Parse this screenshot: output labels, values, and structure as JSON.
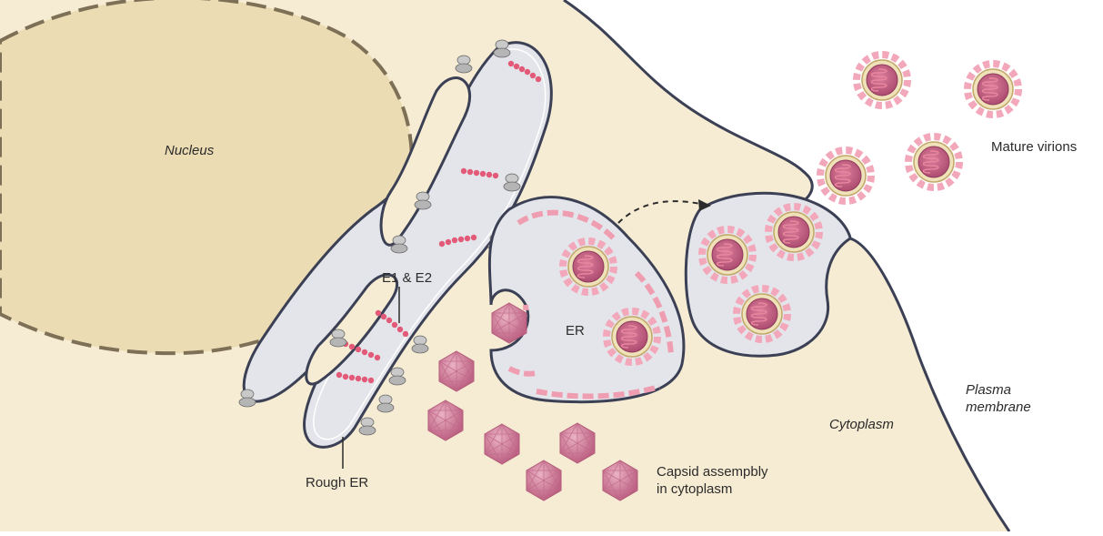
{
  "colors": {
    "cytoplasm": "#f6ecd3",
    "nucleus": "#ecdcb3",
    "nucleus_border": "#7d7056",
    "er_fill": "#e4e5ea",
    "membrane": "#3b4055",
    "glycoprotein": "#e25a78",
    "capsid": "#cf7e98",
    "capsid_dark": "#b35a7a",
    "virion_shell": "#f0a6b6",
    "rna": "#d0466a",
    "ribosome": "#bdbdbd"
  },
  "labels": {
    "nucleus": "Nucleus",
    "e1e2": "E1 & E2",
    "er": "ER",
    "mature_virions": "Mature virions",
    "plasma_membrane_line1": "Plasma",
    "plasma_membrane_line2": "membrane",
    "cytoplasm": "Cytoplasm",
    "capsid_line1": "Capsid assempbly",
    "capsid_line2": "in cytoplasm",
    "rough_er": "Rough ER"
  },
  "icons": [
    "ribosome-icon",
    "capsid-icon",
    "virion-icon",
    "glycoprotein-chain-icon"
  ]
}
